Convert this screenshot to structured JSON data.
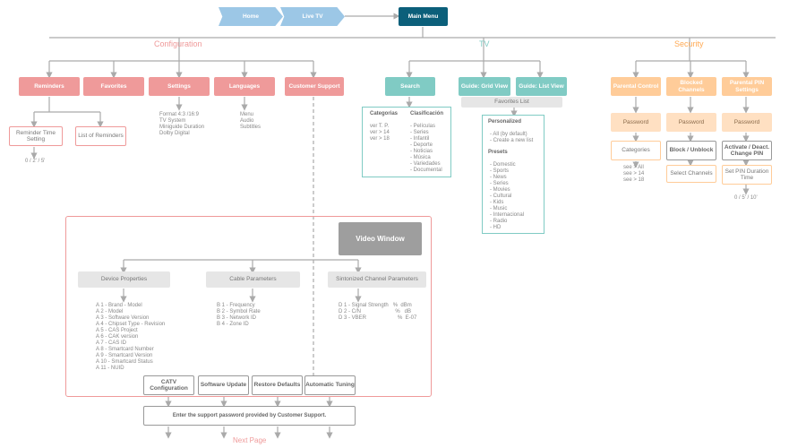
{
  "nav": {
    "home": "Home",
    "live_tv": "Live TV",
    "main_menu": "Main Menu"
  },
  "sections": {
    "configuration": "Configuration",
    "tv": "TV",
    "security": "Security"
  },
  "config": {
    "reminders": "Reminders",
    "favorites": "Favorites",
    "settings": "Settings",
    "languages": "Languages",
    "customer_support": "Customer Support",
    "reminder_time_setting": "Reminder Time Setting",
    "list_of_reminders": "List of Reminders",
    "reminder_values": "0 / 2' / 5'",
    "settings_items": [
      "Format 4:3 /16:9",
      "TV System",
      "Miniguide Duration",
      "Dolby Digital"
    ],
    "languages_items": [
      "Menu",
      "Audio",
      "Subtitles"
    ]
  },
  "tv": {
    "search": "Search",
    "guide_grid": "Guide: Grid View",
    "guide_list": "Guide: List View",
    "categorias_title": "Categorias",
    "clasificacion_title": "Clasificación",
    "categorias_items": [
      "ver T. P.",
      "ver > 14",
      "ver > 18"
    ],
    "clasificacion_items": [
      "- Películas",
      "- Series",
      "- Infantil",
      "- Deporte",
      "- Noticias",
      "- Música",
      "- Variedades",
      "- Documental"
    ],
    "favorites_list": "Favorites List",
    "personalized_title": "Personalized",
    "personalized_items": [
      "- All (by default)",
      "- Create a new list"
    ],
    "presets_title": "Presets",
    "presets_items": [
      "- Domestic",
      "- Sports",
      "- News",
      "- Series",
      "- Movies",
      "- Cultural",
      "- Kids",
      "- Music",
      "- Internacional",
      "- Radio",
      "- HD"
    ]
  },
  "security": {
    "parental_control": "Parental Control",
    "blocked_channels": "Blocked Channels",
    "parental_pin_settings": "Parental PIN Settings",
    "password": "Password",
    "categories": "Categories",
    "block_unblock": "Block / Unblock",
    "select_channels": "Select Channels",
    "activate_pin": "Activate / Deact. Change PIN",
    "set_pin_duration": "Set PIN Duration Time",
    "categories_items": [
      "see > All",
      "see > 14",
      "see > 18"
    ],
    "pin_duration_values": "0 / 5' / 10'"
  },
  "support": {
    "video_window": "Video Window",
    "device_properties": "Device Properties",
    "cable_parameters": "Cable Parameters",
    "sintonized_channel": "Sintonized Channel Parameters",
    "device_items": [
      "A 1 - Brand - Model",
      "A 2 - Model",
      "A 3 - Software Version",
      "A 4 - Chipset Type - Revision",
      "A 5 - CAS Project",
      "A 6 - CAK version",
      "A 7 - CAS ID",
      "A 8 - Smartcard Number",
      "A 9 - Smartcard Version",
      "A 10 - Smartcard Status",
      "A 11 - NUID"
    ],
    "cable_items": [
      "B 1 - Frequency",
      "B 2 - Symbol Rate",
      "B 3 - Network ID",
      "B 4 - Zone ID"
    ],
    "channel_items": [
      "D 1 - Signal Strength   %  dBm",
      "D 2 - C/N                       %   dB",
      "D 3 - VBER                     %  E-07"
    ],
    "catv": "CATV Configuration",
    "software_update": "Software Update",
    "restore_defaults": "Restore Defaults",
    "automatic_tuning": "Automatic Tuning",
    "password_prompt": "Enter the support password provided by Customer Support.",
    "next_page": "Next Page"
  },
  "colors": {
    "config": "#ef9a9a",
    "tv": "#80cbc4",
    "security": "#ffcc99",
    "navy": "#0b5f7a",
    "nav_blue": "#9cc7e6"
  }
}
